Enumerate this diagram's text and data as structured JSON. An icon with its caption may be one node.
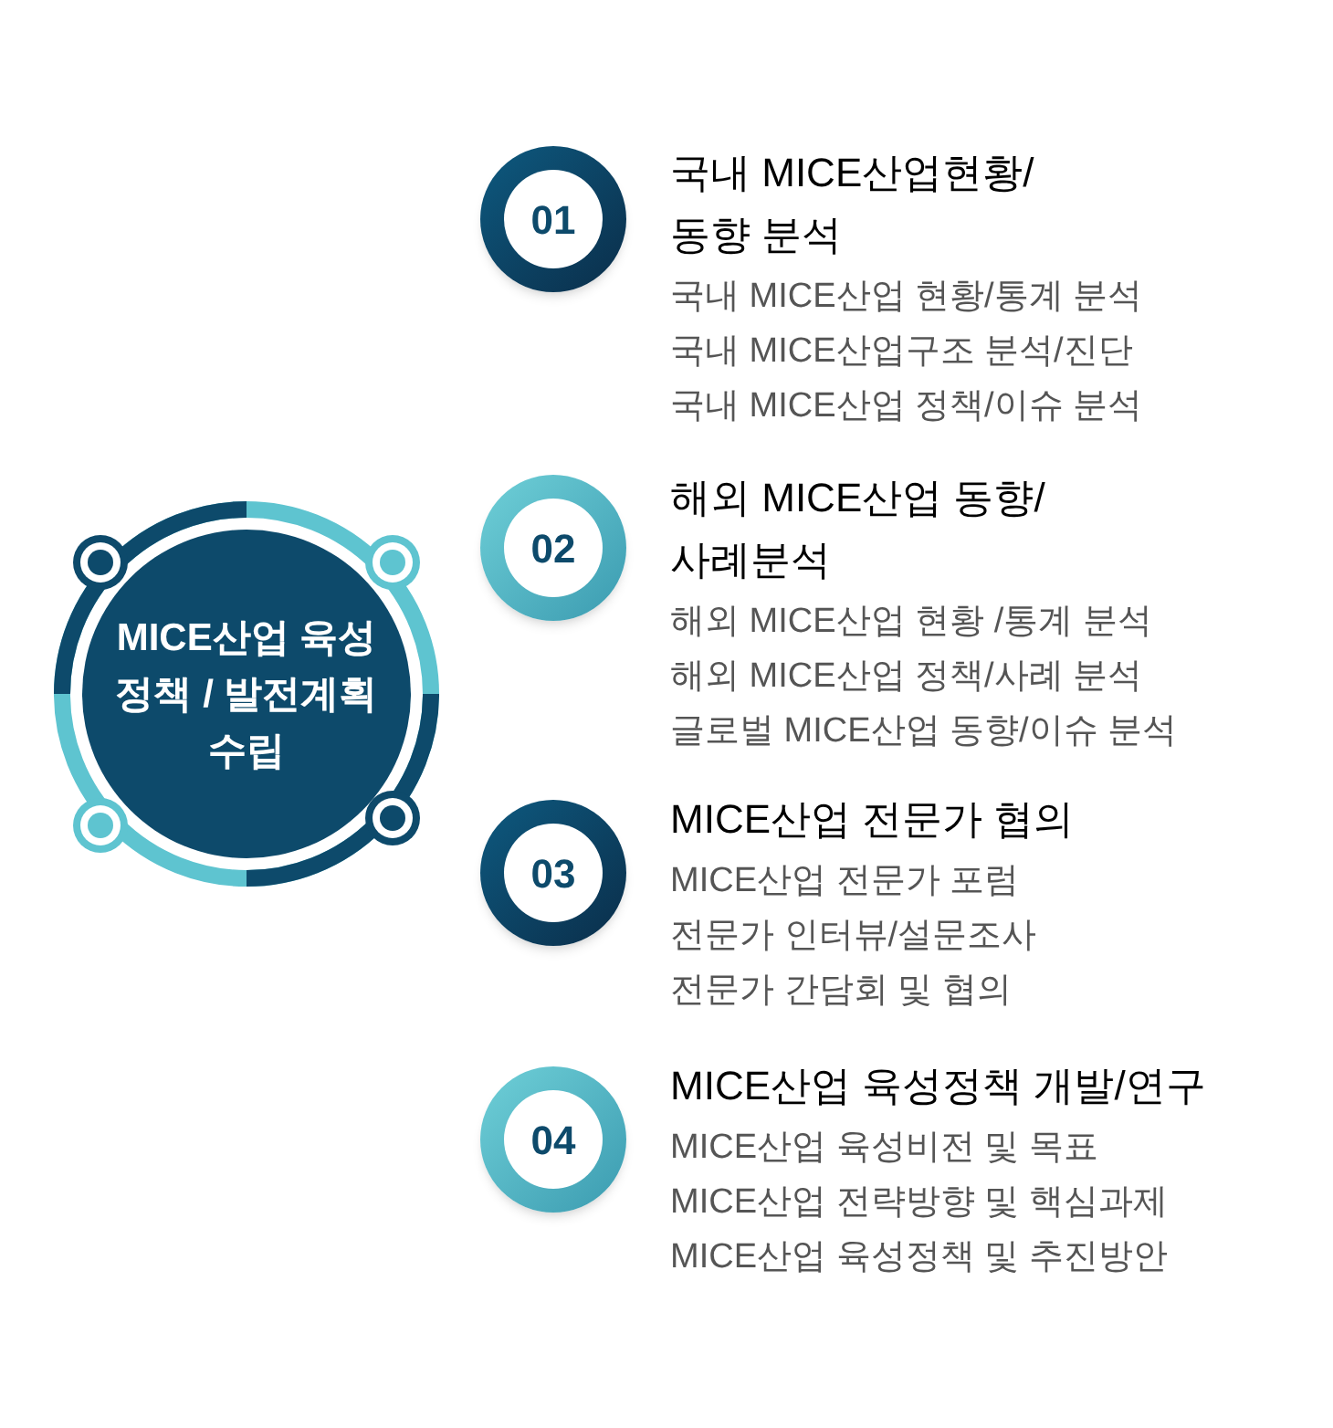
{
  "diagram": {
    "nodes": [
      {
        "text": [
          "MICE산업 육성정책 / 발전계획 수립"
        ]
      },
      {
        "text": [
          "01"
        ],
        "beside": [
          "국내 MICE산업현황/ 동향 분석",
          "국내 MICE산업 현황/통계 분석",
          "국내 MICE산업구조 분석/진단",
          "국내 MICE산업 정책/이슈 분석"
        ]
      },
      {
        "text": [
          "02"
        ],
        "beside": [
          "해외 MICE산업 동향/ 사례분석",
          "해외 MICE산업 현황 /통계 분석",
          "해외 MICE산업 정책/사례 분석",
          "글로벌 MICE산업 동향/이슈 분석"
        ]
      },
      {
        "text": [
          "03"
        ],
        "beside": [
          "MICE산업 전문가 협의",
          "MICE산업 전문가 포럼",
          "전문가 인터뷰/설문조사",
          "전문가 간담회 및 협의"
        ]
      },
      {
        "text": [
          "04"
        ],
        "beside": [
          "MICE산업 육성정책 개발/연구",
          "MICE산업 육성비전 및 목표",
          "MICE산업 전략방향 및 핵심과제",
          "MICE산업 육성정책 및 추진방안"
        ]
      }
    ]
  }
}
